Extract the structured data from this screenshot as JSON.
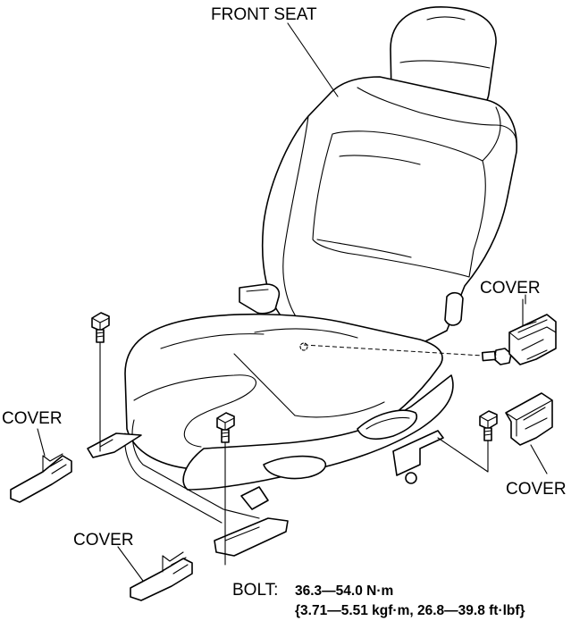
{
  "labels": {
    "front_seat": "FRONT SEAT",
    "cover_right_upper": "COVER",
    "cover_left": "COVER",
    "cover_right_lower": "COVER",
    "cover_bottom": "COVER",
    "bolt": "BOLT:"
  },
  "torque": {
    "line1": "36.3—54.0 N·m",
    "line2": "{3.71—5.51 kgf·m, 26.8—39.8 ft·lbf}"
  }
}
